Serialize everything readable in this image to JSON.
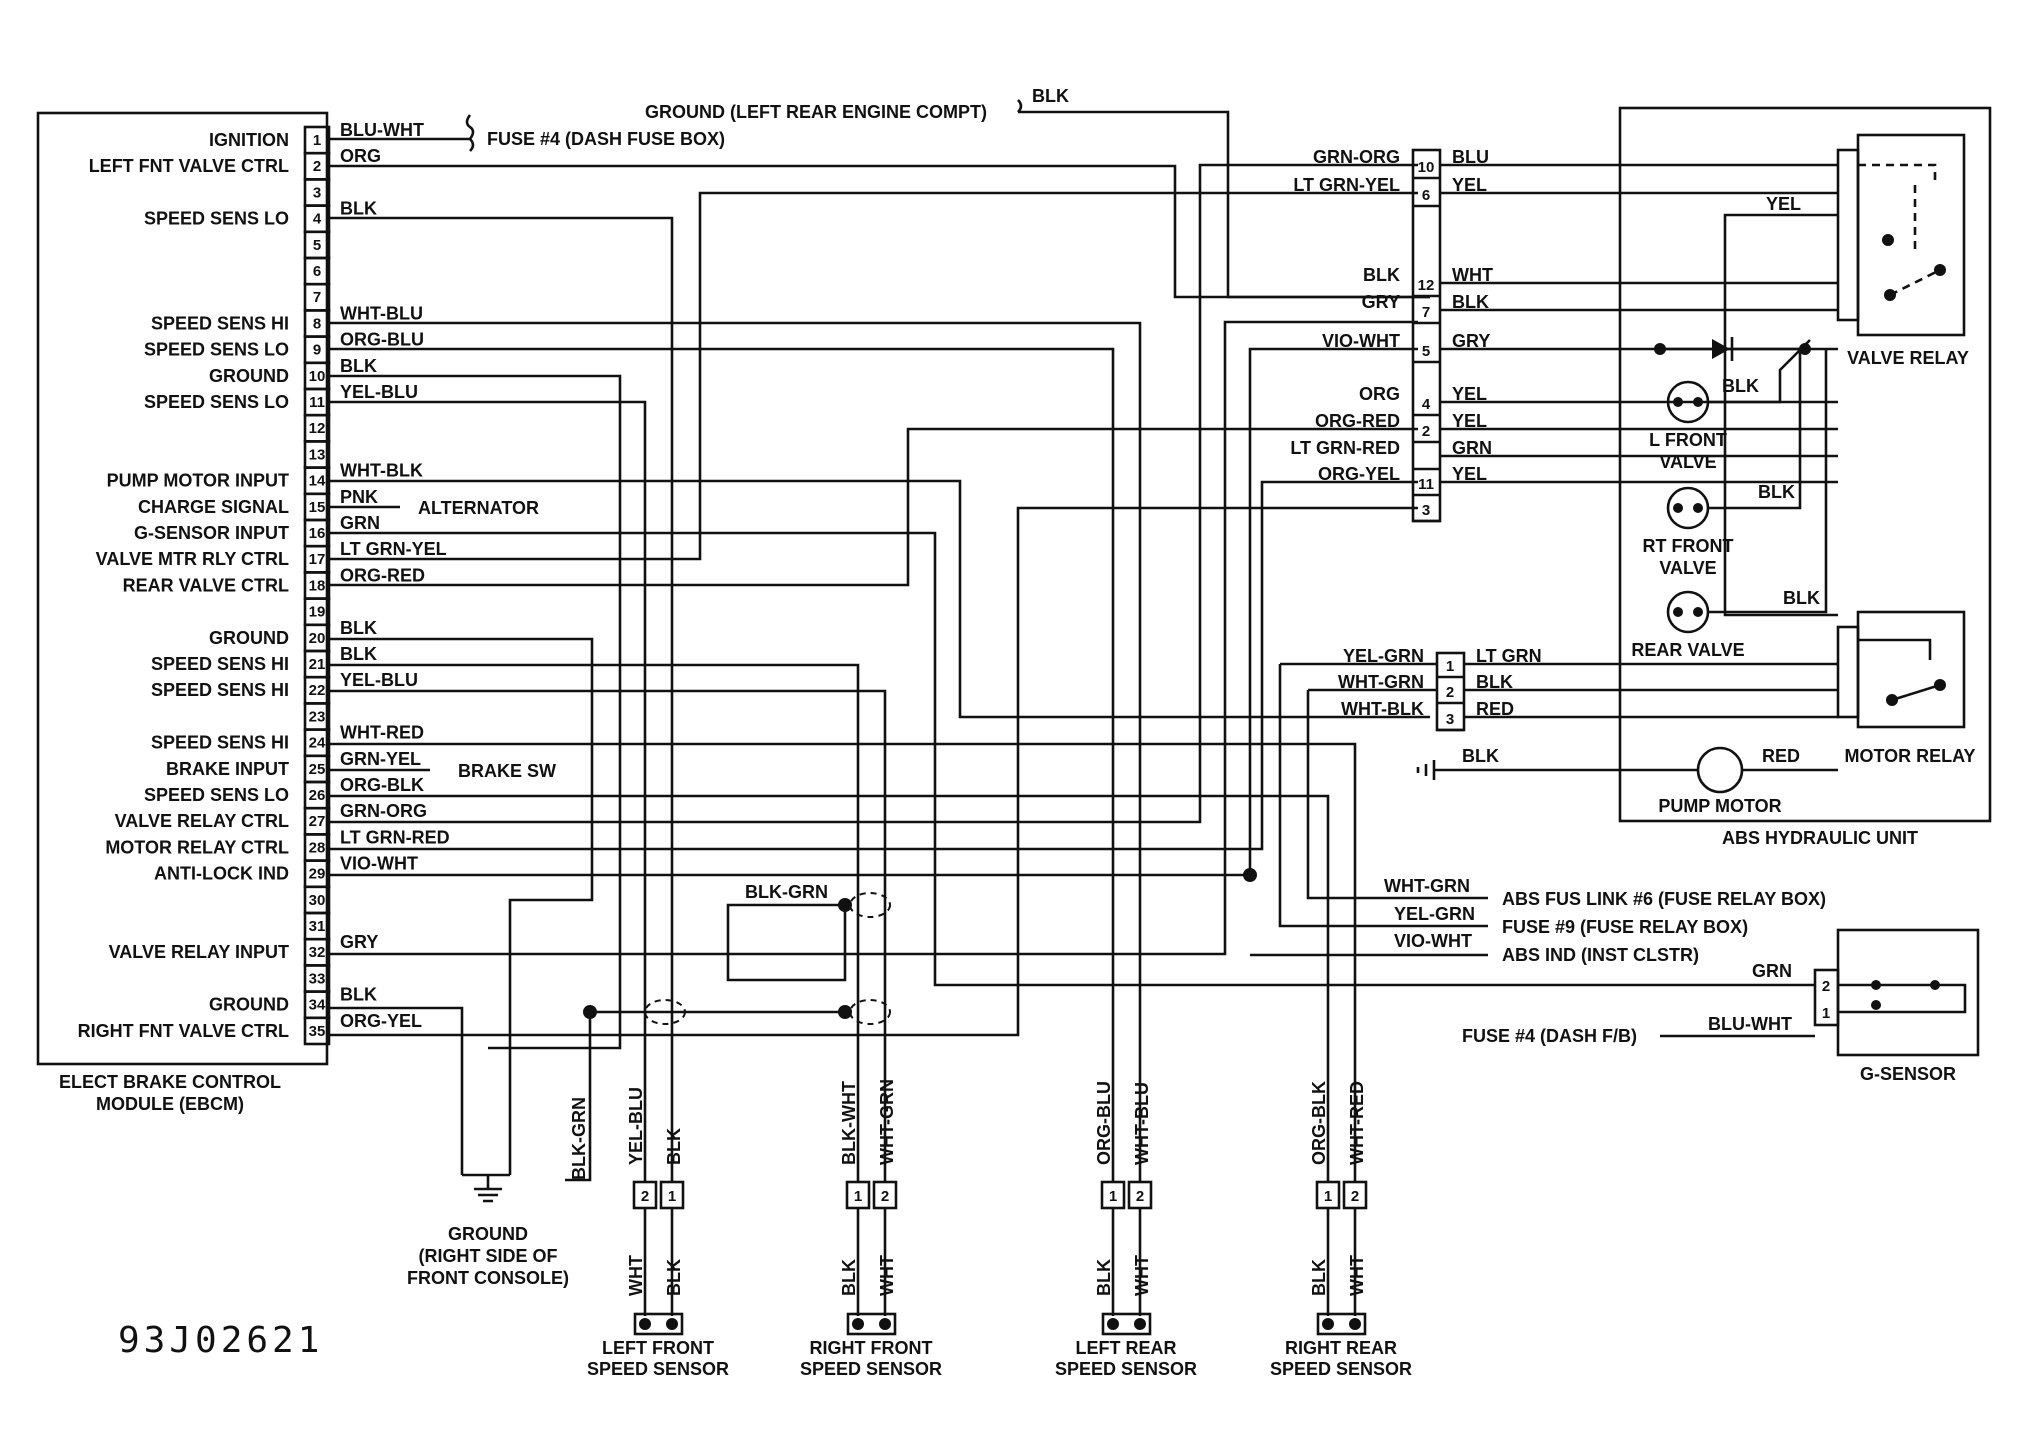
{
  "diagram_code": "93J02621",
  "ebcm": {
    "label_line1": "ELECT BRAKE CONTROL",
    "label_line2": "MODULE (EBCM)",
    "pins": [
      {
        "n": "1",
        "label": "IGNITION",
        "wire": "BLU-WHT"
      },
      {
        "n": "2",
        "label": "LEFT FNT VALVE CTRL",
        "wire": "ORG"
      },
      {
        "n": "3",
        "label": "",
        "wire": ""
      },
      {
        "n": "4",
        "label": "SPEED SENS LO",
        "wire": "BLK"
      },
      {
        "n": "5",
        "label": "",
        "wire": ""
      },
      {
        "n": "6",
        "label": "",
        "wire": ""
      },
      {
        "n": "7",
        "label": "",
        "wire": ""
      },
      {
        "n": "8",
        "label": "SPEED SENS HI",
        "wire": "WHT-BLU"
      },
      {
        "n": "9",
        "label": "SPEED SENS LO",
        "wire": "ORG-BLU"
      },
      {
        "n": "10",
        "label": "GROUND",
        "wire": "BLK"
      },
      {
        "n": "11",
        "label": "SPEED SENS LO",
        "wire": "YEL-BLU"
      },
      {
        "n": "12",
        "label": "",
        "wire": ""
      },
      {
        "n": "13",
        "label": "",
        "wire": ""
      },
      {
        "n": "14",
        "label": "PUMP MOTOR INPUT",
        "wire": "WHT-BLK"
      },
      {
        "n": "15",
        "label": "CHARGE SIGNAL",
        "wire": "PNK"
      },
      {
        "n": "16",
        "label": "G-SENSOR INPUT",
        "wire": "GRN"
      },
      {
        "n": "17",
        "label": "VALVE MTR RLY CTRL",
        "wire": "LT GRN-YEL"
      },
      {
        "n": "18",
        "label": "REAR VALVE CTRL",
        "wire": "ORG-RED"
      },
      {
        "n": "19",
        "label": "",
        "wire": ""
      },
      {
        "n": "20",
        "label": "GROUND",
        "wire": "BLK"
      },
      {
        "n": "21",
        "label": "SPEED SENS HI",
        "wire": "BLK"
      },
      {
        "n": "22",
        "label": "SPEED SENS HI",
        "wire": "YEL-BLU"
      },
      {
        "n": "23",
        "label": "",
        "wire": ""
      },
      {
        "n": "24",
        "label": "SPEED SENS HI",
        "wire": "WHT-RED"
      },
      {
        "n": "25",
        "label": "BRAKE INPUT",
        "wire": "GRN-YEL"
      },
      {
        "n": "26",
        "label": "SPEED SENS LO",
        "wire": "ORG-BLK"
      },
      {
        "n": "27",
        "label": "VALVE RELAY CTRL",
        "wire": "GRN-ORG"
      },
      {
        "n": "28",
        "label": "MOTOR RELAY CTRL",
        "wire": "LT GRN-RED"
      },
      {
        "n": "29",
        "label": "ANTI-LOCK IND",
        "wire": "VIO-WHT"
      },
      {
        "n": "30",
        "label": "",
        "wire": ""
      },
      {
        "n": "31",
        "label": "",
        "wire": ""
      },
      {
        "n": "32",
        "label": "VALVE RELAY INPUT",
        "wire": "GRY"
      },
      {
        "n": "33",
        "label": "",
        "wire": ""
      },
      {
        "n": "34",
        "label": "GROUND",
        "wire": "BLK"
      },
      {
        "n": "35",
        "label": "RIGHT FNT VALVE CTRL",
        "wire": "ORG-YEL"
      }
    ]
  },
  "destinations": {
    "fuse4_dash": "FUSE #4 (DASH FUSE BOX)",
    "alternator": "ALTERNATOR",
    "brake_sw": "BRAKE SW",
    "ground_engine": "GROUND (LEFT REAR ENGINE COMPT)",
    "ground_engine_wire": "BLK",
    "ground_console_1": "GROUND",
    "ground_console_2": "(RIGHT SIDE OF",
    "ground_console_3": "FRONT CONSOLE)",
    "abs_fus_link": "ABS FUS LINK #6 (FUSE RELAY BOX)",
    "fuse9": "FUSE #9 (FUSE RELAY BOX)",
    "abs_ind": "ABS IND (INST CLSTR)",
    "fuse4_gsensor": "FUSE #4 (DASH F/B)"
  },
  "connector_a": {
    "rows": [
      {
        "pin": "10",
        "left": "GRN-ORG",
        "right": "BLU"
      },
      {
        "pin": "6",
        "left": "LT GRN-YEL",
        "right": "YEL"
      },
      {
        "pin": "12",
        "left": "BLK",
        "right": "WHT"
      },
      {
        "pin": "7",
        "left": "GRY",
        "right": "BLK"
      },
      {
        "pin": "5",
        "left": "VIO-WHT",
        "right": "GRY"
      },
      {
        "pin": "4",
        "left": "ORG",
        "right": "YEL"
      },
      {
        "pin": "2",
        "left": "ORG-RED",
        "right": "YEL"
      },
      {
        "pin": "",
        "left": "LT GRN-RED",
        "right": "GRN"
      },
      {
        "pin": "11",
        "left": "ORG-YEL",
        "right": "YEL"
      },
      {
        "pin": "3",
        "left": "",
        "right": ""
      }
    ]
  },
  "connector_b": {
    "rows": [
      {
        "pin": "1",
        "left": "YEL-GRN",
        "right": "LT GRN"
      },
      {
        "pin": "2",
        "left": "WHT-GRN",
        "right": "BLK"
      },
      {
        "pin": "3",
        "left": "WHT-BLK",
        "right": "RED"
      }
    ]
  },
  "hydraulic_unit": {
    "label": "ABS HYDRAULIC UNIT",
    "valve_relay": "VALVE RELAY",
    "motor_relay": "MOTOR RELAY",
    "l_front_valve_1": "L FRONT",
    "l_front_valve_2": "VALVE",
    "rt_front_valve_1": "RT FRONT",
    "rt_front_valve_2": "VALVE",
    "rear_valve": "REAR VALVE",
    "pump_motor": "PUMP MOTOR",
    "wire_yel": "YEL",
    "wire_blk_1": "BLK",
    "wire_blk_2": "BLK",
    "wire_blk_3": "BLK",
    "wire_blk_pump": "BLK",
    "wire_red_pump": "RED"
  },
  "power_wires": {
    "wht_grn": "WHT-GRN",
    "yel_grn": "YEL-GRN",
    "vio_wht": "VIO-WHT"
  },
  "g_sensor": {
    "label": "G-SENSOR",
    "pin2_wire": "GRN",
    "pin1_wire": "BLU-WHT",
    "pin1": "1",
    "pin2": "2"
  },
  "shield_wire": "BLK-GRN",
  "shield_wire_v": "BLK-GRN",
  "sensors": [
    {
      "name_1": "LEFT FRONT",
      "name_2": "SPEED SENSOR",
      "upper_a": "YEL-BLU",
      "upper_b": "BLK",
      "pin_a": "2",
      "pin_b": "1",
      "lower_a": "WHT",
      "lower_b": "BLK"
    },
    {
      "name_1": "RIGHT FRONT",
      "name_2": "SPEED SENSOR",
      "upper_a": "BLK-WHT",
      "upper_b": "WHT-GRN",
      "pin_a": "1",
      "pin_b": "2",
      "lower_a": "BLK",
      "lower_b": "WHT"
    },
    {
      "name_1": "LEFT REAR",
      "name_2": "SPEED SENSOR",
      "upper_a": "ORG-BLU",
      "upper_b": "WHT-BLU",
      "pin_a": "1",
      "pin_b": "2",
      "lower_a": "BLK",
      "lower_b": "WHT"
    },
    {
      "name_1": "RIGHT REAR",
      "name_2": "SPEED SENSOR",
      "upper_a": "ORG-BLK",
      "upper_b": "WHT-RED",
      "pin_a": "1",
      "pin_b": "2",
      "lower_a": "BLK",
      "lower_b": "WHT"
    }
  ]
}
